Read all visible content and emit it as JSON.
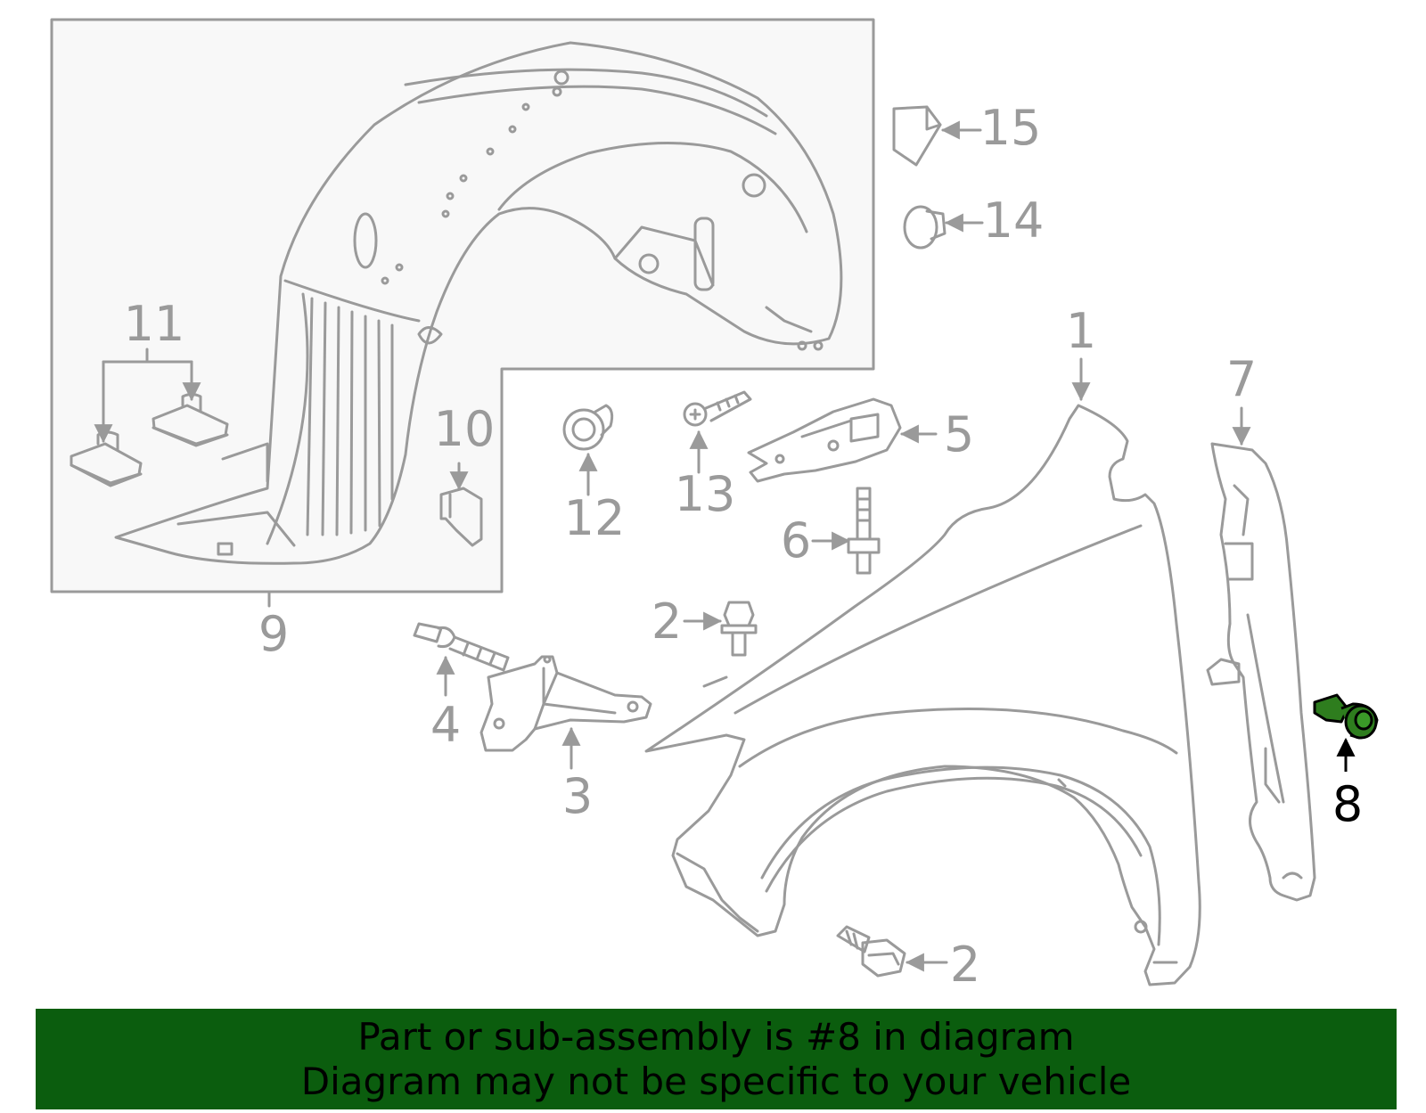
{
  "diagram": {
    "callouts": [
      {
        "id": "c1",
        "label": "1"
      },
      {
        "id": "c2a",
        "label": "2"
      },
      {
        "id": "c2b",
        "label": "2"
      },
      {
        "id": "c3",
        "label": "3"
      },
      {
        "id": "c4",
        "label": "4"
      },
      {
        "id": "c5",
        "label": "5"
      },
      {
        "id": "c6",
        "label": "6"
      },
      {
        "id": "c7",
        "label": "7"
      },
      {
        "id": "c8",
        "label": "8"
      },
      {
        "id": "c9",
        "label": "9"
      },
      {
        "id": "c10",
        "label": "10"
      },
      {
        "id": "c11",
        "label": "11"
      },
      {
        "id": "c12",
        "label": "12"
      },
      {
        "id": "c13",
        "label": "13"
      },
      {
        "id": "c14",
        "label": "14"
      },
      {
        "id": "c15",
        "label": "15"
      }
    ],
    "highlighted_part": "8",
    "colors": {
      "line": "#9a9a9a",
      "highlight": "#2e7d1e",
      "banner": "#0b5d0e",
      "box_fill": "#f8f8f8"
    }
  },
  "banner": {
    "line1": "Part or sub-assembly is #8 in diagram",
    "line2": "Diagram may not be specific to your vehicle"
  }
}
